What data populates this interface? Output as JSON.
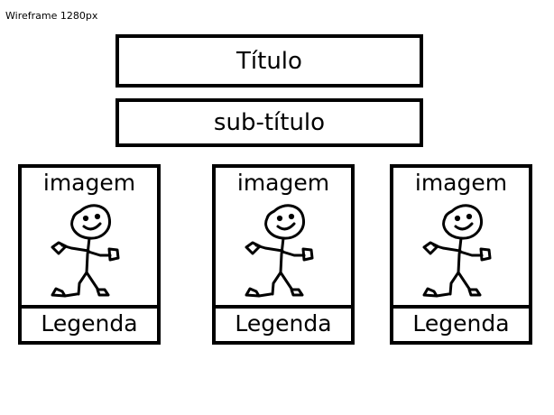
{
  "caption": "Wireframe 1280px",
  "header": {
    "title": "Título",
    "subtitle": "sub-título"
  },
  "cards": [
    {
      "image_label": "imagem",
      "legend": "Legenda",
      "icon": "stick-figure-icon"
    },
    {
      "image_label": "imagem",
      "legend": "Legenda",
      "icon": "stick-figure-icon"
    },
    {
      "image_label": "imagem",
      "legend": "Legenda",
      "icon": "stick-figure-icon"
    }
  ]
}
